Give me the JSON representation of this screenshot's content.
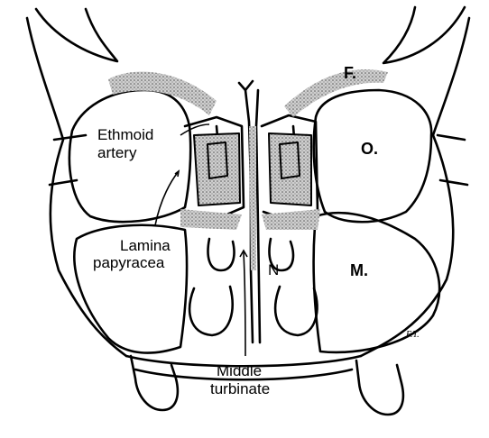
{
  "labels": {
    "ethmoid_artery_line1": "Ethmoid",
    "ethmoid_artery_line2": "artery",
    "lamina_papyracea_line1": "Lamina",
    "lamina_papyracea_line2": "papyracea",
    "middle_turbinate_line1": "Middle",
    "middle_turbinate_line2": "turbinate",
    "frontal": "F.",
    "orbit": "O.",
    "maxillary": "M.",
    "nasal": "N",
    "artist_signature": "F.T."
  },
  "colors": {
    "line": "#000000",
    "stipple": "#9a9a9a",
    "background": "#ffffff"
  }
}
